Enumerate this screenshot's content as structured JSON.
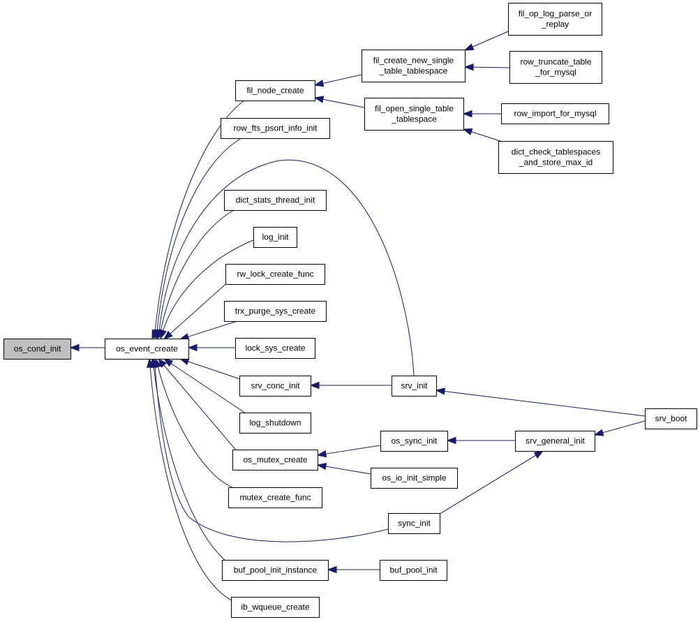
{
  "graph": {
    "nodes": [
      {
        "id": "os_cond_init",
        "lines": [
          "os_cond_init"
        ],
        "root": true
      },
      {
        "id": "os_event_create",
        "lines": [
          "os_event_create"
        ]
      },
      {
        "id": "fil_node_create",
        "lines": [
          "fil_node_create"
        ]
      },
      {
        "id": "row_fts_psort_info_init",
        "lines": [
          "row_fts_psort_info_init"
        ]
      },
      {
        "id": "dict_stats_thread_init",
        "lines": [
          "dict_stats_thread_init"
        ]
      },
      {
        "id": "log_init",
        "lines": [
          "log_init"
        ]
      },
      {
        "id": "rw_lock_create_func",
        "lines": [
          "rw_lock_create_func"
        ]
      },
      {
        "id": "trx_purge_sys_create",
        "lines": [
          "trx_purge_sys_create"
        ]
      },
      {
        "id": "lock_sys_create",
        "lines": [
          "lock_sys_create"
        ]
      },
      {
        "id": "srv_conc_init",
        "lines": [
          "srv_conc_init"
        ]
      },
      {
        "id": "log_shutdown",
        "lines": [
          "log_shutdown"
        ]
      },
      {
        "id": "os_mutex_create",
        "lines": [
          "os_mutex_create"
        ]
      },
      {
        "id": "mutex_create_func",
        "lines": [
          "mutex_create_func"
        ]
      },
      {
        "id": "buf_pool_init_instance",
        "lines": [
          "buf_pool_init_instance"
        ]
      },
      {
        "id": "ib_wqueue_create",
        "lines": [
          "ib_wqueue_create"
        ]
      },
      {
        "id": "fil_create_new_single_table_tablespace",
        "lines": [
          "fil_create_new_single",
          "_table_tablespace"
        ]
      },
      {
        "id": "fil_open_single_table_tablespace",
        "lines": [
          "fil_open_single_table",
          "_tablespace"
        ]
      },
      {
        "id": "fil_op_log_parse_or_replay",
        "lines": [
          "fil_op_log_parse_or",
          "_replay"
        ]
      },
      {
        "id": "row_truncate_table_for_mysql",
        "lines": [
          "row_truncate_table",
          "_for_mysql"
        ]
      },
      {
        "id": "row_import_for_mysql",
        "lines": [
          "row_import_for_mysql"
        ]
      },
      {
        "id": "dict_check_tablespaces_and_store_max_id",
        "lines": [
          "dict_check_tablespaces",
          "_and_store_max_id"
        ]
      },
      {
        "id": "srv_init",
        "lines": [
          "srv_init"
        ]
      },
      {
        "id": "srv_boot",
        "lines": [
          "srv_boot"
        ]
      },
      {
        "id": "os_sync_init",
        "lines": [
          "os_sync_init"
        ]
      },
      {
        "id": "srv_general_init",
        "lines": [
          "srv_general_init"
        ]
      },
      {
        "id": "os_io_init_simple",
        "lines": [
          "os_io_init_simple"
        ]
      },
      {
        "id": "sync_init",
        "lines": [
          "sync_init"
        ]
      },
      {
        "id": "buf_pool_init",
        "lines": [
          "buf_pool_init"
        ]
      }
    ],
    "edges": [
      {
        "from": "os_event_create",
        "to": "os_cond_init"
      },
      {
        "from": "fil_node_create",
        "to": "os_event_create"
      },
      {
        "from": "row_fts_psort_info_init",
        "to": "os_event_create"
      },
      {
        "from": "srv_init",
        "to": "os_event_create"
      },
      {
        "from": "dict_stats_thread_init",
        "to": "os_event_create"
      },
      {
        "from": "log_init",
        "to": "os_event_create"
      },
      {
        "from": "rw_lock_create_func",
        "to": "os_event_create"
      },
      {
        "from": "trx_purge_sys_create",
        "to": "os_event_create"
      },
      {
        "from": "lock_sys_create",
        "to": "os_event_create"
      },
      {
        "from": "srv_conc_init",
        "to": "os_event_create"
      },
      {
        "from": "log_shutdown",
        "to": "os_event_create"
      },
      {
        "from": "os_mutex_create",
        "to": "os_event_create"
      },
      {
        "from": "mutex_create_func",
        "to": "os_event_create"
      },
      {
        "from": "sync_init",
        "to": "os_event_create"
      },
      {
        "from": "buf_pool_init_instance",
        "to": "os_event_create"
      },
      {
        "from": "ib_wqueue_create",
        "to": "os_event_create"
      },
      {
        "from": "fil_create_new_single_table_tablespace",
        "to": "fil_node_create"
      },
      {
        "from": "fil_open_single_table_tablespace",
        "to": "fil_node_create"
      },
      {
        "from": "fil_op_log_parse_or_replay",
        "to": "fil_create_new_single_table_tablespace"
      },
      {
        "from": "row_truncate_table_for_mysql",
        "to": "fil_create_new_single_table_tablespace"
      },
      {
        "from": "row_import_for_mysql",
        "to": "fil_open_single_table_tablespace"
      },
      {
        "from": "dict_check_tablespaces_and_store_max_id",
        "to": "fil_open_single_table_tablespace"
      },
      {
        "from": "srv_init",
        "to": "srv_conc_init"
      },
      {
        "from": "srv_boot",
        "to": "srv_init"
      },
      {
        "from": "os_sync_init",
        "to": "os_mutex_create"
      },
      {
        "from": "os_io_init_simple",
        "to": "os_mutex_create"
      },
      {
        "from": "srv_general_init",
        "to": "os_sync_init"
      },
      {
        "from": "srv_boot",
        "to": "srv_general_init"
      },
      {
        "from": "sync_init",
        "to": "srv_general_init"
      },
      {
        "from": "buf_pool_init",
        "to": "buf_pool_init_instance"
      }
    ]
  }
}
